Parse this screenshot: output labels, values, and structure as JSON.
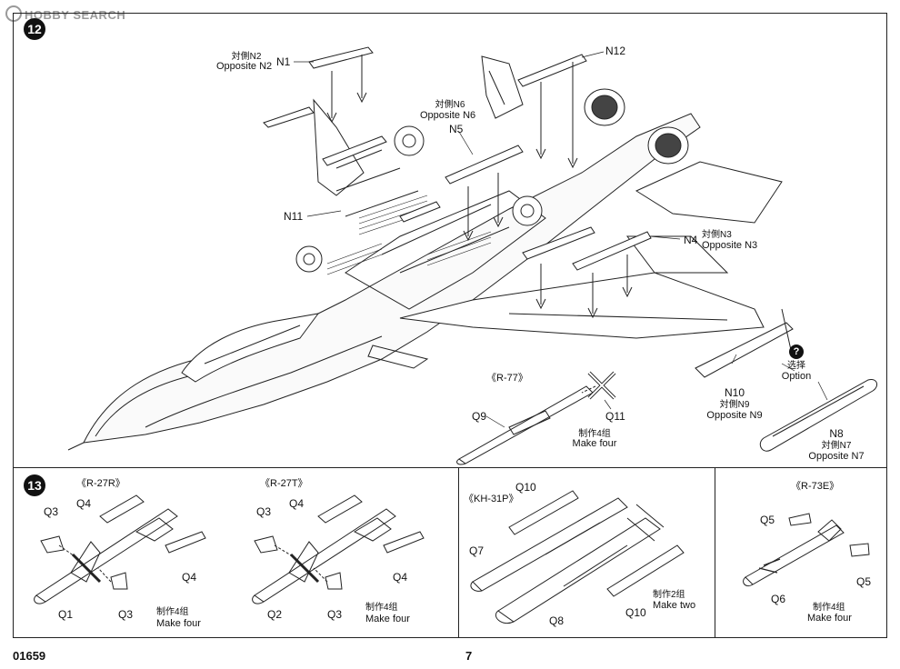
{
  "watermark": "HOBBY SEARCH",
  "page": {
    "code": "01659",
    "number": "7"
  },
  "step12": {
    "badge": "12",
    "labels": {
      "n1": "N1",
      "n2_jp": "対側N2",
      "n2_en": "Opposite N2",
      "n12": "N12",
      "n6_jp": "対側N6",
      "n6_en": "Opposite N6",
      "n5": "N5",
      "n11": "N11",
      "n4": "N4",
      "n3_jp": "対側N3",
      "n3_en": "Opposite N3",
      "option_jp": "选择",
      "option_en": "Option",
      "option_mark": "?",
      "r77": "《R-77》",
      "q9": "Q9",
      "q11": "Q11",
      "make_four_jp": "制作4组",
      "make_four_en": "Make four",
      "n10": "N10",
      "n9_jp": "対側N9",
      "n9_en": "Opposite N9",
      "n8": "N8",
      "n7_jp": "対側N7",
      "n7_en": "Opposite N7"
    }
  },
  "step13": {
    "badge": "13",
    "r27r": {
      "title": "《R-27R》",
      "q4a": "Q4",
      "q3a": "Q3",
      "q4b": "Q4",
      "q1": "Q1",
      "q3b": "Q3",
      "jp": "制作4组",
      "en": "Make four"
    },
    "r27t": {
      "title": "《R-27T》",
      "q4a": "Q4",
      "q3a": "Q3",
      "q4b": "Q4",
      "q2": "Q2",
      "q3b": "Q3",
      "jp": "制作4组",
      "en": "Make four"
    },
    "kh31p": {
      "title": "《KH-31P》",
      "q10a": "Q10",
      "q7": "Q7",
      "q8": "Q8",
      "q10b": "Q10",
      "jp": "制作2组",
      "en": "Make two"
    },
    "r73e": {
      "title": "《R-73E》",
      "q5a": "Q5",
      "q5b": "Q5",
      "q6": "Q6",
      "jp": "制作4组",
      "en": "Make four"
    }
  }
}
